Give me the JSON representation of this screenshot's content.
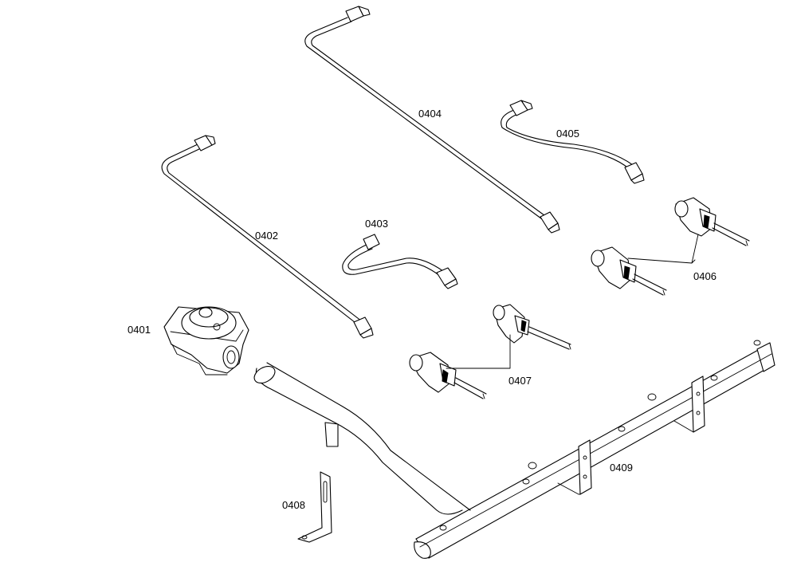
{
  "diagram": {
    "labels": {
      "p0401": "0401",
      "p0402": "0402",
      "p0403": "0403",
      "p0404": "0404",
      "p0405": "0405",
      "p0406": "0406",
      "p0407": "0407",
      "p0408": "0408",
      "p0409": "0409"
    }
  }
}
